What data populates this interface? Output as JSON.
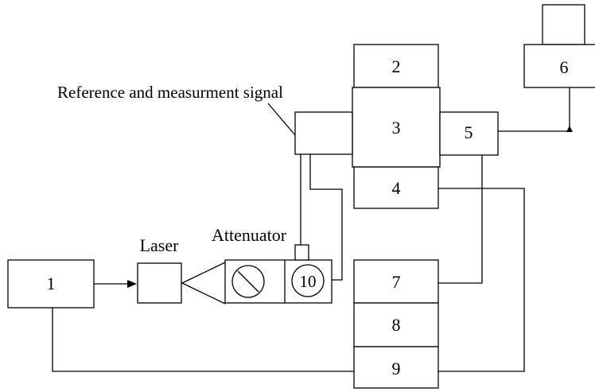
{
  "labels": {
    "reference_signal": "Reference and measurment signal",
    "laser": "Laser",
    "attenuator": "Attenuator"
  },
  "blocks": {
    "b1": "1",
    "b2": "2",
    "b3": "3",
    "b4": "4",
    "b5": "5",
    "b6": "6",
    "b7": "7",
    "b8": "8",
    "b9": "9",
    "b10": "10"
  }
}
